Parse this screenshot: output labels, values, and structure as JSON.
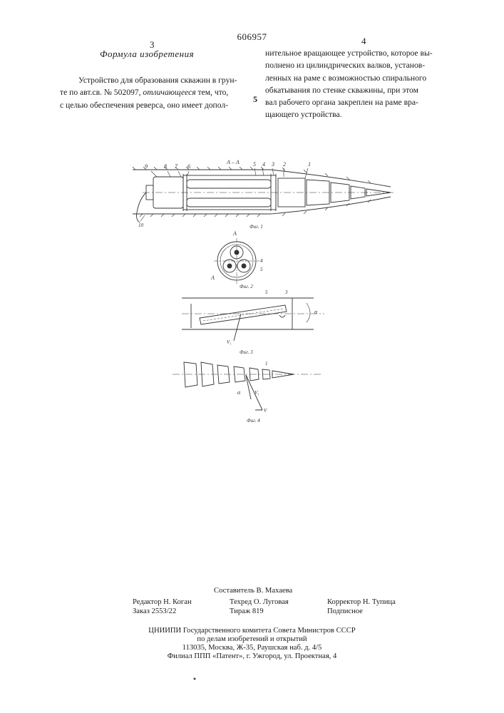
{
  "header": {
    "patent_number": "606957",
    "col_left_number": "3",
    "col_right_number": "4",
    "margin_line_number": "5"
  },
  "left_column": {
    "heading": "Формула изобретения",
    "text_lines": [
      "Устройство для образования скважин в грун-",
      "те по авт.св. № 502097, ",
      "с целью обеспечения реверса, оно имеет допол-"
    ],
    "italic_phrase": "отличающееся",
    "tail_line2": " тем, что,"
  },
  "right_column": {
    "text_lines": [
      "нительное вращающее устройство, которое вы-",
      "полнено из цилиндрических валков, установ-",
      "ленных на раме с возможностью спирального",
      "обкатывания по стенке скважины, при этом",
      "вал рабочего органа закреплен на раме вра-",
      "щающего устройства."
    ]
  },
  "figures": {
    "section_label": "А – А",
    "fig1_caption": "Фиг. 1",
    "fig2_caption": "Фиг. 2",
    "fig3_caption": "Фиг. 3",
    "fig4_caption": "Фиг. 4",
    "fig1_labels": [
      "9",
      "8",
      "7",
      "6",
      "5",
      "4",
      "3",
      "2",
      "1",
      "10"
    ],
    "fig2_labels": [
      "А",
      "4",
      "5",
      "А"
    ],
    "fig3_labels": [
      "5",
      "3",
      "α",
      "V₁"
    ],
    "fig4_labels": [
      "1",
      "α",
      "V₁",
      "V"
    ]
  },
  "imprint": {
    "compiler": "Составитель В. Махаева",
    "editor": "Редактор Н. Коган",
    "order": "Заказ 2553/22",
    "techred": "Техред О. Луговая",
    "circulation": "Тираж 819",
    "corrector": "Корректор Н. Тупица",
    "subscription": "Подписное",
    "org1": "ЦНИИПИ Государственного комитета Совета Министров СССР",
    "org2": "по делам изобретений и открытий",
    "org3": "113035, Москва, Ж-35, Раушская наб. д. 4/5",
    "org4": "Филиал ППП «Патент», г. Ужгород, ул. Проектная, 4"
  }
}
